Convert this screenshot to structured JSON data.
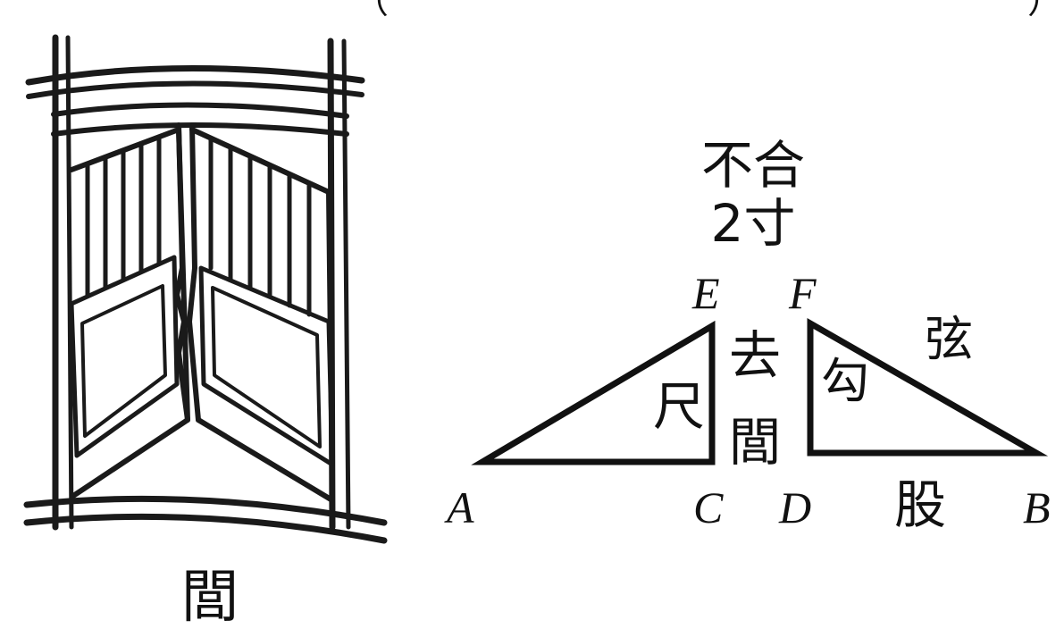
{
  "top_line": "（ ）",
  "door": {
    "caption": "閭"
  },
  "figure": {
    "labels": {
      "not_closed": "不合",
      "gap_amount": "2寸",
      "open_gap": "去",
      "open_gap_char": "閭",
      "ruler": "尺",
      "gou": "勾",
      "xian": "弦",
      "gu": "股"
    },
    "points": {
      "A": "A",
      "B": "B",
      "C": "C",
      "D": "D",
      "E": "E",
      "F": "F"
    }
  }
}
